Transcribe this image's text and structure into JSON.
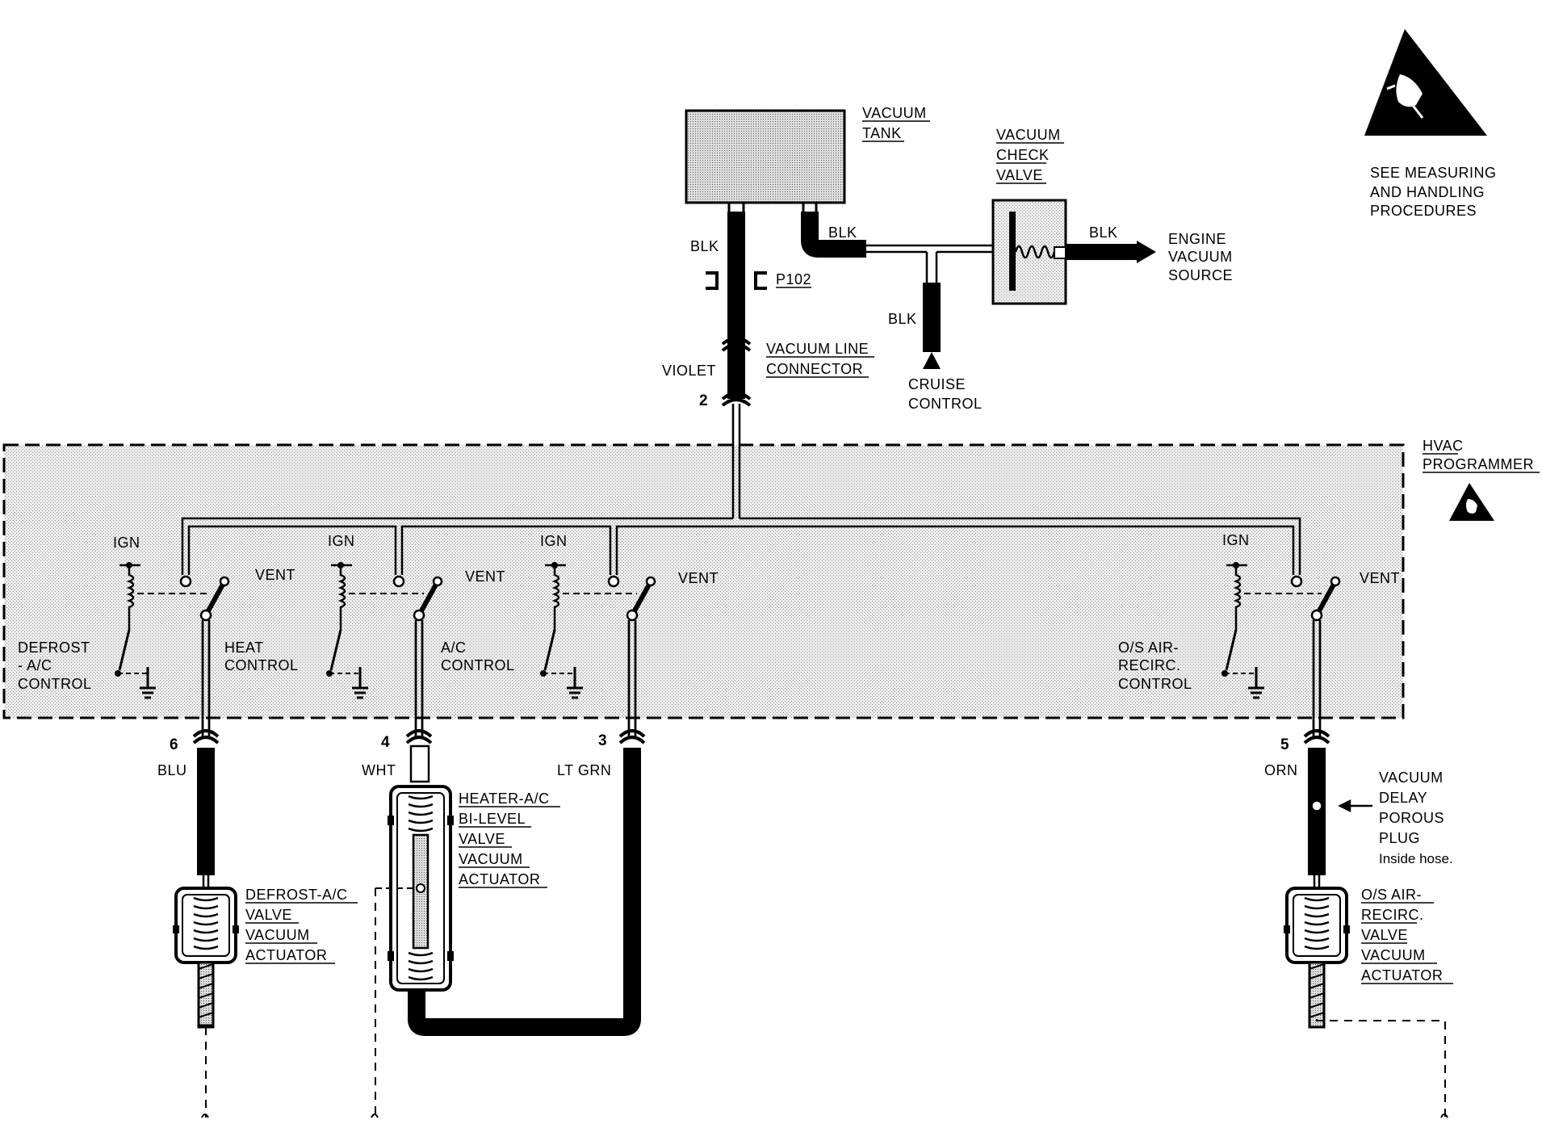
{
  "labels": {
    "vacuum_tank": [
      "VACUUM",
      "TANK"
    ],
    "vacuum_check_valve": [
      "VACUUM",
      "CHECK",
      "VALVE"
    ],
    "engine_vacuum_source": [
      "ENGINE",
      "VACUUM",
      "SOURCE"
    ],
    "see_measuring": [
      "SEE MEASURING",
      "AND HANDLING",
      "PROCEDURES"
    ],
    "blk": "BLK",
    "p102": "P102",
    "violet": "VIOLET",
    "vacuum_line_connector": [
      "VACUUM LINE",
      "CONNECTOR"
    ],
    "cruise_control": [
      "CRUISE",
      "CONTROL"
    ],
    "hvac_programmer": [
      "HVAC",
      "PROGRAMMER"
    ],
    "ign": "IGN",
    "vent": "VENT",
    "defrost_ac_control": [
      "DEFROST",
      "- A/C",
      "CONTROL"
    ],
    "heat_control": [
      "HEAT",
      "CONTROL"
    ],
    "ac_control": [
      "A/C",
      "CONTROL"
    ],
    "os_air_recirc_control": [
      "O/S AIR-",
      "RECIRC.",
      "CONTROL"
    ],
    "blu": "BLU",
    "wht": "WHT",
    "lt_grn": "LT GRN",
    "orn": "ORN",
    "pins": {
      "p2": "2",
      "p3": "3",
      "p4": "4",
      "p5": "5",
      "p6": "6"
    },
    "defrost_actuator": [
      "DEFROST-A/C",
      "VALVE",
      "VACUUM",
      "ACTUATOR"
    ],
    "heater_actuator": [
      "HEATER-A/C",
      "BI-LEVEL",
      "VALVE",
      "VACUUM",
      "ACTUATOR"
    ],
    "recirc_actuator": [
      "O/S AIR-",
      "RECIRC.",
      "VALVE",
      "VACUUM",
      "ACTUATOR"
    ],
    "delay_plug": [
      "VACUUM",
      "DELAY",
      "POROUS",
      "PLUG"
    ],
    "inside_hose": "Inside hose."
  }
}
